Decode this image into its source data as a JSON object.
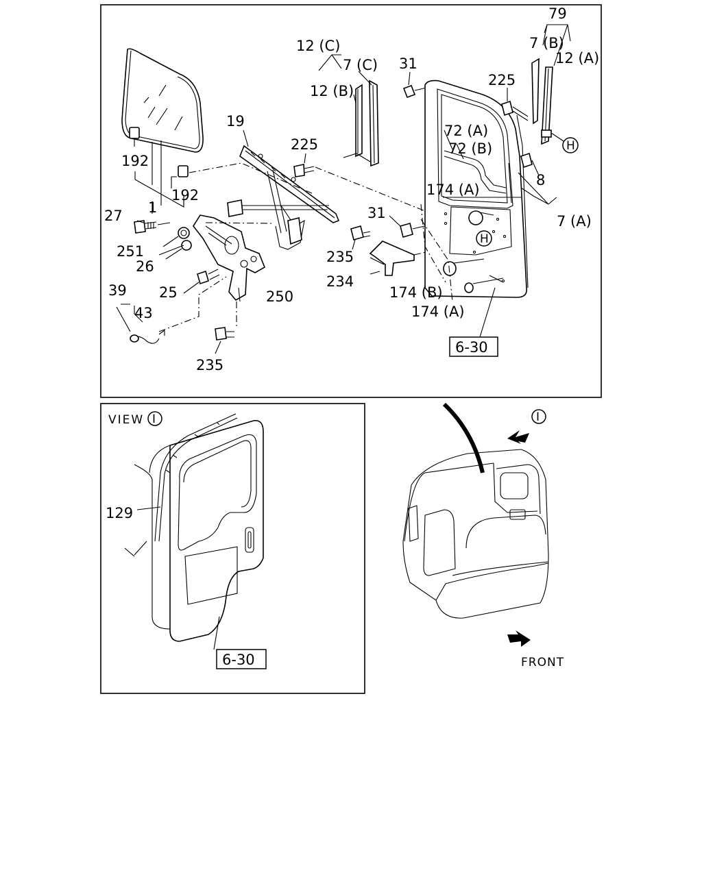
{
  "callouts": {
    "c79": "79",
    "c7b": "7 (B)",
    "c12a": "12 (A)",
    "c12c": "12 (C)",
    "c7c": "7 (C)",
    "c12b": "12 (B)",
    "c31a": "31",
    "c225a": "225",
    "c72a": "72 (A)",
    "c72b": "72 (B)",
    "c8": "8",
    "c7a": "7 (A)",
    "c19": "19",
    "c225b": "225",
    "c174a1": "174 (A)",
    "c31b": "31",
    "c192a": "192",
    "c192b": "192",
    "c1": "1",
    "c27": "27",
    "c251": "251",
    "c26": "26",
    "c25": "25",
    "c250": "250",
    "c39": "39",
    "c43": "43",
    "c235a": "235",
    "c234": "234",
    "c174b": "174 (B)",
    "c174a2": "174 (A)",
    "c235b": "235",
    "c129": "129"
  },
  "refs": {
    "page_top": "6-30",
    "page_view": "6-30"
  },
  "markers": {
    "h": "H",
    "i": "I"
  },
  "view": {
    "label": "VIEW"
  },
  "front": {
    "label": "FRONT"
  }
}
